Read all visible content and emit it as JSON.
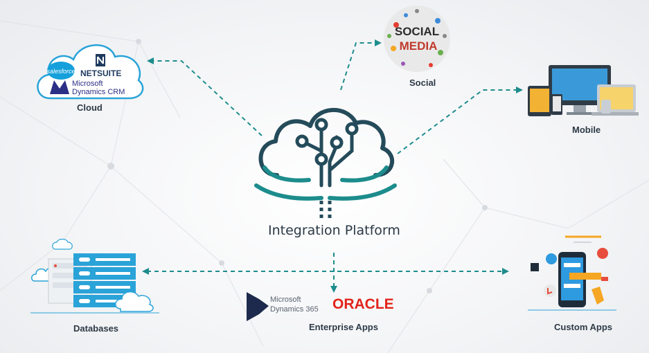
{
  "center": {
    "title": "Integration Platform"
  },
  "nodes": {
    "cloud": {
      "label": "Cloud"
    },
    "social": {
      "label": "Social"
    },
    "mobile": {
      "label": "Mobile"
    },
    "databases": {
      "label": "Databases"
    },
    "enterprise": {
      "label": "Enterprise Apps"
    },
    "custom": {
      "label": "Custom Apps"
    }
  },
  "logos": {
    "salesforce": "salesforce",
    "netsuite": "NETSUITE",
    "ms_line1": "Microsoft",
    "ms_line2": "Dynamics CRM",
    "social_word1": "SOCIAL",
    "social_word2": "MEDIA",
    "dyn365_line1": "Microsoft",
    "dyn365_line2": "Dynamics 365",
    "oracle": "ORACLE"
  },
  "colors": {
    "accent": "#1d8c8c",
    "dark": "#244b5a",
    "label": "#2d3a46"
  }
}
